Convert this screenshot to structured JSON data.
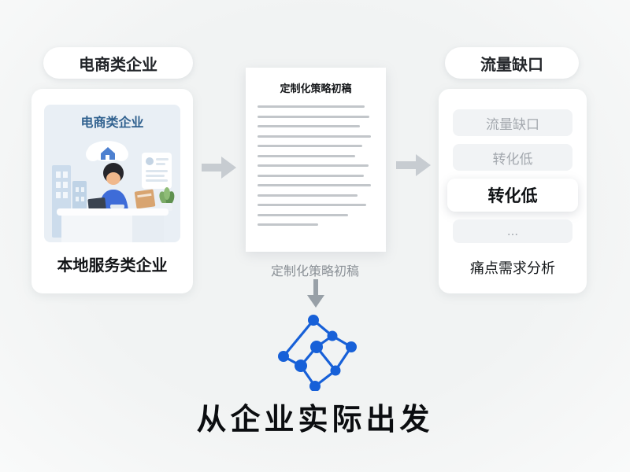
{
  "left": {
    "pill": "电商类企业",
    "card_title": "电商类企业",
    "card_caption": "本地服务类企业",
    "illustration": "person-working-at-desk"
  },
  "center": {
    "doc_title": "定制化策略初稿",
    "caption": "定制化策略初稿",
    "headline": "从企业实际出发"
  },
  "right": {
    "pill": "流量缺口",
    "items": [
      "流量缺口",
      "转化低",
      "转化低",
      "..."
    ],
    "caption": "痛点需求分析"
  },
  "colors": {
    "background": "#f2f4f4",
    "accent_blue": "#1760d8",
    "arrow_gray": "#c7ccd1",
    "muted_text": "#a3a8ae",
    "illustration_bg": "#e9eff5"
  },
  "icons": {
    "flow_left_to_center": "arrow-right-icon",
    "flow_center_to_right": "arrow-right-icon",
    "flow_down": "arrow-down-icon",
    "graph": "network-graph-icon"
  }
}
